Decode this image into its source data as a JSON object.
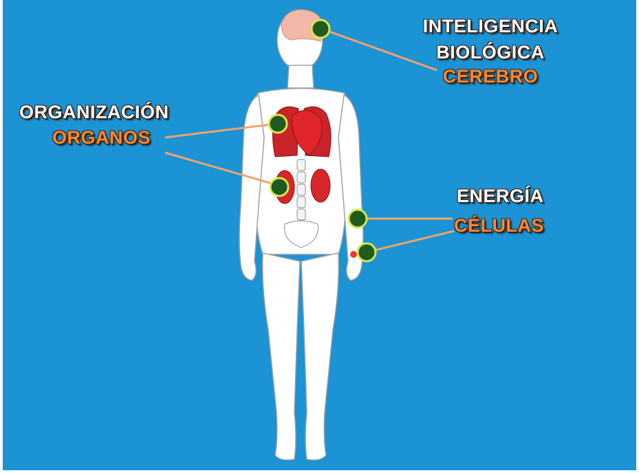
{
  "colors": {
    "background": "#1b93d4",
    "label_text": "#ffffff",
    "label_accent": "#f58a3a",
    "connector_line": "#f2a36a",
    "marker_fill": "#1f5a1f",
    "marker_ring": "#d9e84a",
    "organ_red": "#d9262b",
    "brain_pink": "#f2b8a8"
  },
  "labels": {
    "inteligencia": "INTELIGENCIA",
    "biologica": "BIOLÓGICA",
    "cerebro": "CEREBRO",
    "organizacion": "ORGANIZACIÓN",
    "organos": "ORGANOS",
    "energia": "ENERGÍA",
    "celulas": "CÉLULAS"
  },
  "icons": {
    "figure": "human-body-icon",
    "brain": "brain-icon",
    "lungs": "lungs-icon",
    "heart": "heart-icon",
    "kidneys": "kidneys-icon",
    "spine": "spine-icon",
    "marker": "green-dot-marker-icon"
  }
}
